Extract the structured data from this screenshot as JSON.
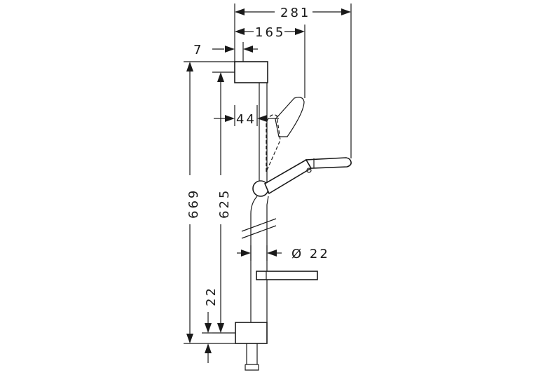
{
  "dimensions": {
    "width_total": "281",
    "width_head": "165",
    "offset_bracket": "7",
    "rail_offset": "44",
    "height_total": "669",
    "height_inner": "625",
    "bottom_offset": "22",
    "rail_diameter": "Ø 22"
  }
}
